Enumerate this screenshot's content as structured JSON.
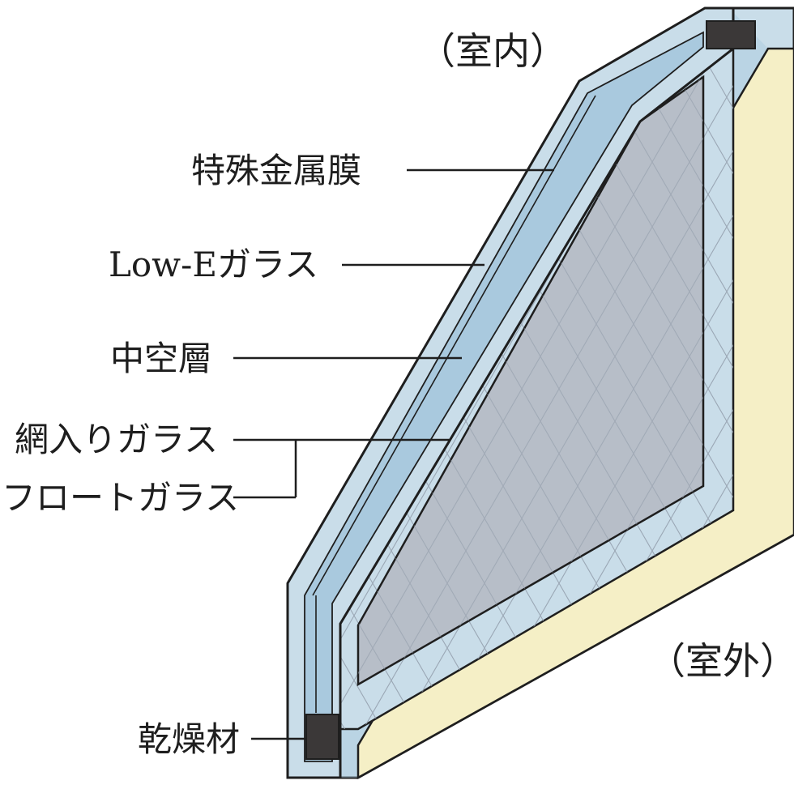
{
  "labels": {
    "indoor": "（室内）",
    "outdoor": "（室外）",
    "special_metal_film": "特殊金属膜",
    "low_e_glass": "Low-Eガラス",
    "hollow_layer": "中空層",
    "wired_glass": "網入りガラス",
    "float_glass": "フロートガラス",
    "desiccant": "乾燥材"
  },
  "colors": {
    "glass_face": "#c9dde9",
    "glass_edge": "#a9c9de",
    "hollow": "#b7bec8",
    "spacer": "#f5efc6",
    "desiccant": "#3b3838",
    "line": "#1e1e1e"
  }
}
